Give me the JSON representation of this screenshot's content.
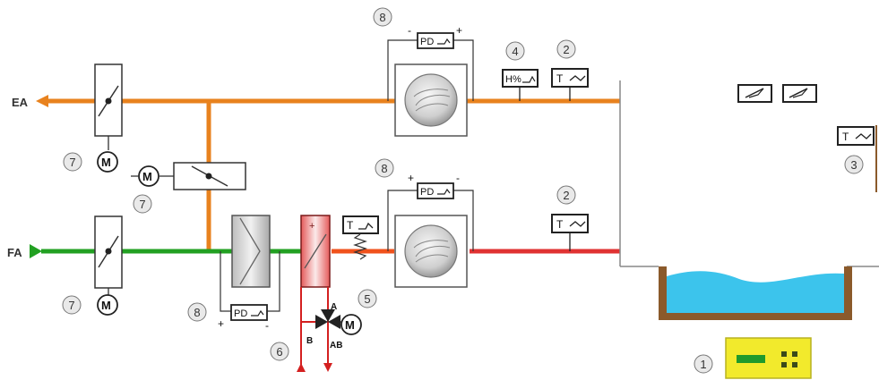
{
  "ducts": {
    "exhaust_label": "EA",
    "fresh_label": "FA"
  },
  "sensors": {
    "pd": "PD",
    "temperature": "T",
    "humidity": "H%"
  },
  "valve": {
    "port_a": "A",
    "port_b": "B",
    "port_ab": "AB",
    "plus": "+",
    "minus": "-"
  },
  "motor_letter": "M",
  "callouts": {
    "controller": "1",
    "supply_temp": "2",
    "exhaust_temp": "2",
    "room_temp": "3",
    "humidity": "4",
    "valve": "5",
    "pump": "6",
    "damper_ea": "7",
    "damper_mix": "7",
    "damper_fa": "7",
    "pd_exhaust_fan": "8",
    "pd_supply_fan": "8",
    "pd_filter": "8"
  },
  "colors": {
    "exhaust": "#e8821e",
    "fresh": "#22a022",
    "supply_hot": "#e03232",
    "water": "#3cc4ec",
    "pool_wall": "#8b5a2b",
    "controller": "#f2ea2c",
    "controller_display": "#1f9a2c"
  }
}
